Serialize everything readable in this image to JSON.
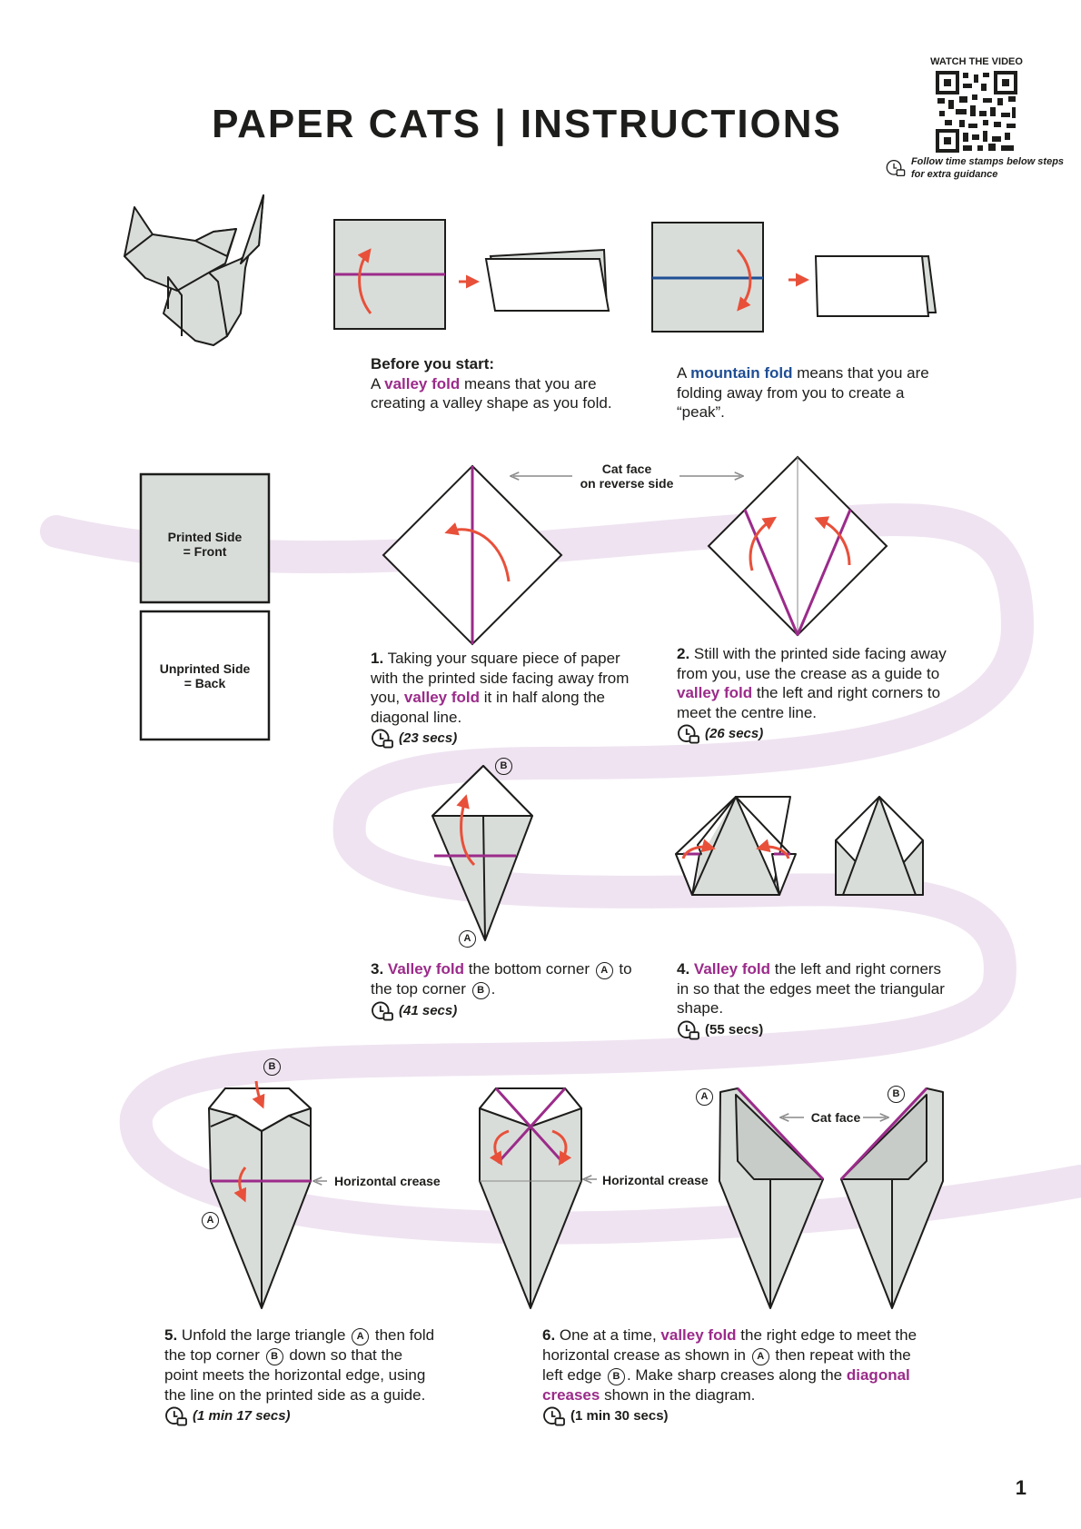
{
  "title": "PAPER CATS | INSTRUCTIONS",
  "video": {
    "heading": "WATCH THE VIDEO",
    "note": "Follow time stamps below steps for extra guidance"
  },
  "intro": {
    "heading": "Before you start:",
    "valley_prefix": "A ",
    "valley_term": "valley fold",
    "valley_rest": " means that you are creating a valley shape as you fold.",
    "mountain_prefix": "A ",
    "mountain_term": "mountain fold",
    "mountain_rest": " means that you are folding away from you to create a “peak”."
  },
  "sides": {
    "front": [
      "Printed Side",
      "= Front"
    ],
    "back": [
      "Unprinted Side",
      "= Back"
    ]
  },
  "labels": {
    "cat_face_reverse": [
      "Cat face",
      "on reverse side"
    ],
    "horizontal_crease": "Horizontal crease",
    "cat_face": "Cat face",
    "a": "A",
    "b": "B"
  },
  "steps": [
    {
      "num": "1.",
      "pre": " Taking your square piece of paper with the printed side facing away from you, ",
      "term": "valley fold",
      "post": " it in half along the diagonal line.",
      "time": "(23 secs)"
    },
    {
      "num": "2.",
      "pre": " Still with the printed side facing away from you, use the crease as a guide to ",
      "term": "valley fold",
      "post": " the left and right corners to meet the centre line.",
      "time": "(26 secs)"
    },
    {
      "num": "3.",
      "term": "Valley fold",
      "mid1": " the bottom corner ",
      "mid2": " to the top corner ",
      "end": ".",
      "time": "(41 secs)"
    },
    {
      "num": "4.",
      "term": "Valley fold",
      "post": " the left and right corners in so that the edges meet the triangular shape.",
      "time": "(55 secs)"
    },
    {
      "num": "5.",
      "p1": " Unfold the large triangle ",
      "p2": " then fold the top corner ",
      "p3": " down so that the point meets the horizontal edge, using the line on the printed side as a guide.",
      "time": "(1 min 17 secs)"
    },
    {
      "num": "6.",
      "p1": " One at a time, ",
      "term": "valley fold",
      "p2": " the right edge to meet the horizontal crease as shown in ",
      "p3": " then repeat with the left edge ",
      "p4": ". Make sharp creases along the ",
      "term2": "diagonal creases",
      "p5": " shown in the diagram.",
      "time": "(1 min 30 secs)"
    }
  ],
  "page_number": "1",
  "colors": {
    "valley": "#9b2b8a",
    "mountain": "#1f4e94",
    "arrow": "#e8503a",
    "paper": "#d9ddd9",
    "ribbon": "#efe3f1"
  }
}
